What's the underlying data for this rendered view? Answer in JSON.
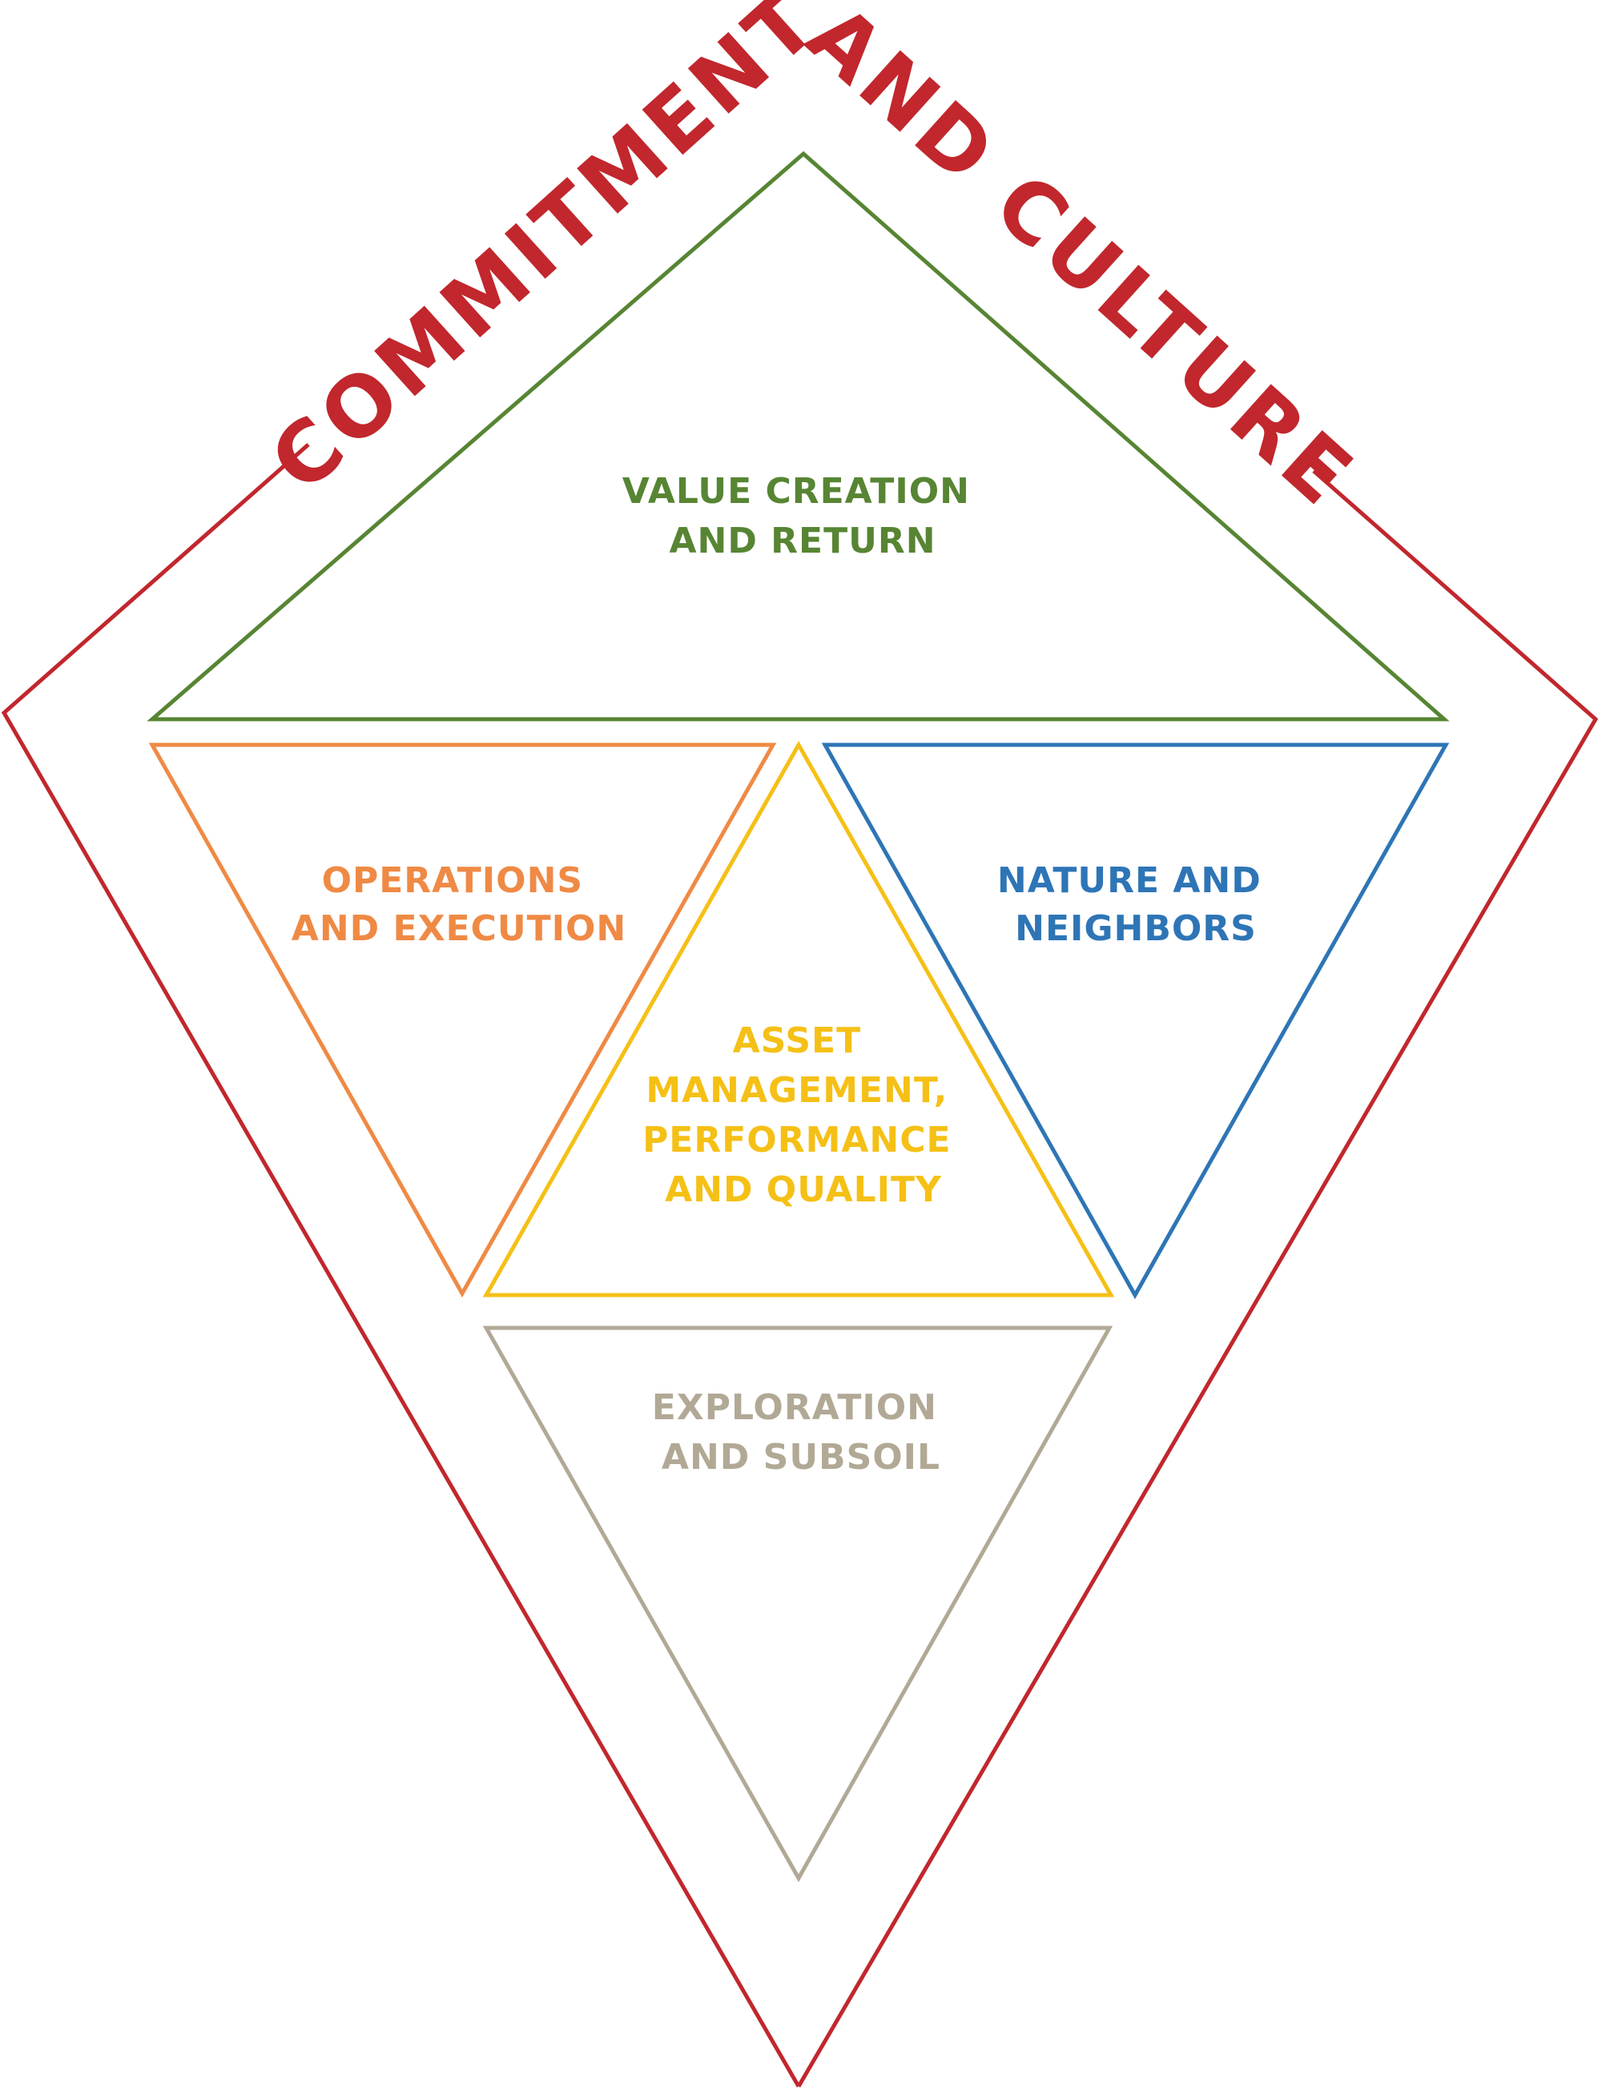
{
  "frame": {
    "left_text": "COMMITMENT",
    "right_text": "AND CULTURE",
    "color": "#c1272d"
  },
  "sections": {
    "top": {
      "lines": [
        "VALUE CREATION",
        "AND RETURN"
      ],
      "color": "#578533"
    },
    "left": {
      "lines": [
        "OPERATIONS",
        "AND EXECUTION"
      ],
      "color": "#ef8a45"
    },
    "right": {
      "lines": [
        "NATURE AND",
        "NEIGHBORS"
      ],
      "color": "#2e75b6"
    },
    "center": {
      "lines": [
        "ASSET",
        "MANAGEMENT,",
        "PERFORMANCE",
        "AND QUALITY"
      ],
      "color": "#f5c016"
    },
    "bottom": {
      "lines": [
        "EXPLORATION",
        "AND SUBSOIL"
      ],
      "color": "#b1a995"
    }
  }
}
